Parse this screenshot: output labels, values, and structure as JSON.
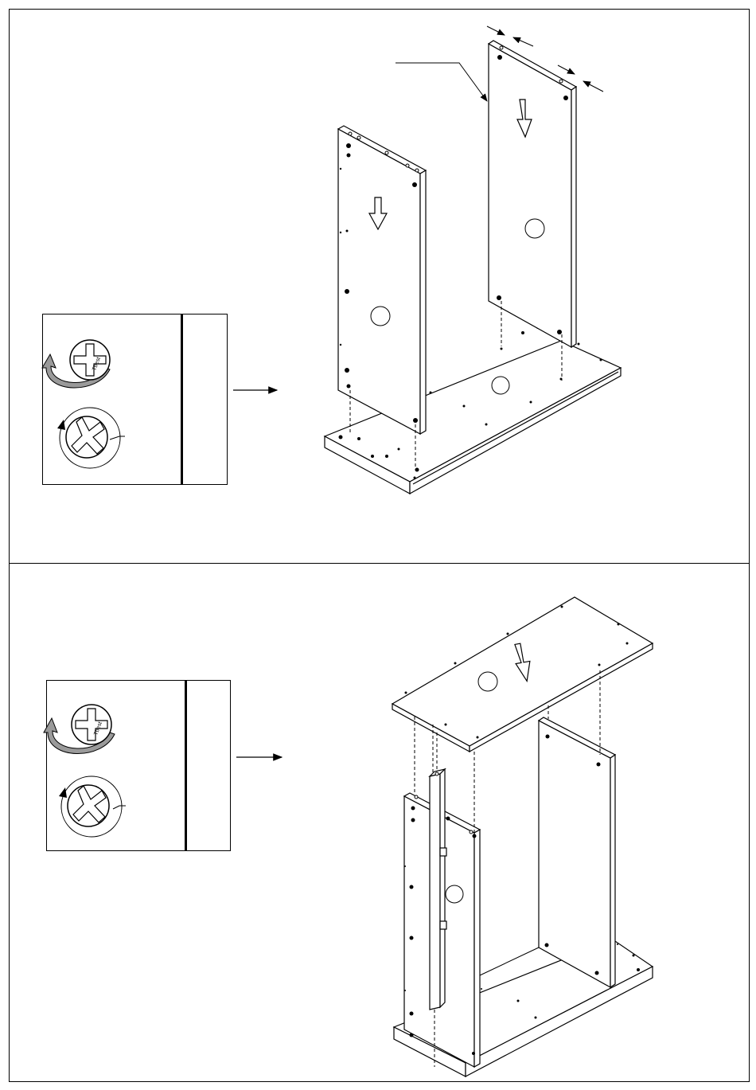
{
  "document": {
    "type": "assembly-instructions",
    "steps": [
      {
        "step_text": "",
        "inset": {
          "tool_icons": [
            "screw-tighten-icon",
            "screw-loosen-icon"
          ],
          "tool_label": ""
        },
        "panels": [
          "base-panel",
          "side-panel-left",
          "side-panel-right"
        ]
      },
      {
        "step_text": "",
        "inset": {
          "tool_icons": [
            "screw-tighten-icon",
            "screw-loosen-icon"
          ],
          "tool_label": ""
        },
        "panels": [
          "top-panel",
          "side-panel-left",
          "side-panel-right",
          "rail-panel",
          "base-panel"
        ]
      }
    ]
  },
  "colors": {
    "line": "#000000",
    "paper": "#ffffff",
    "arrow_fill": "#9a9a9a"
  }
}
